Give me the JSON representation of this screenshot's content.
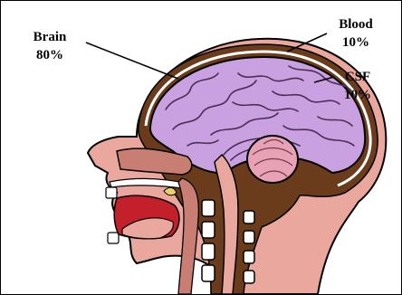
{
  "labels": {
    "brain": {
      "name": "Brain",
      "percent": "80%"
    },
    "blood": {
      "name": "Blood",
      "percent": "10%"
    },
    "csf": {
      "name": "CSF",
      "percent": "10%"
    }
  },
  "colors": {
    "outline": "#000000",
    "skin": "#e9a79e",
    "skin_shadow": "#c97e74",
    "brain": "#c9a1e0",
    "brain_fold": "#4a2f55",
    "cerebellum": "#e7a2b6",
    "tissue_brown": "#6b3c1c",
    "bone": "#ffffff",
    "mouth_red": "#c4202b",
    "tongue": "#e9a79e",
    "nerve_yellow": "#e8d266"
  }
}
